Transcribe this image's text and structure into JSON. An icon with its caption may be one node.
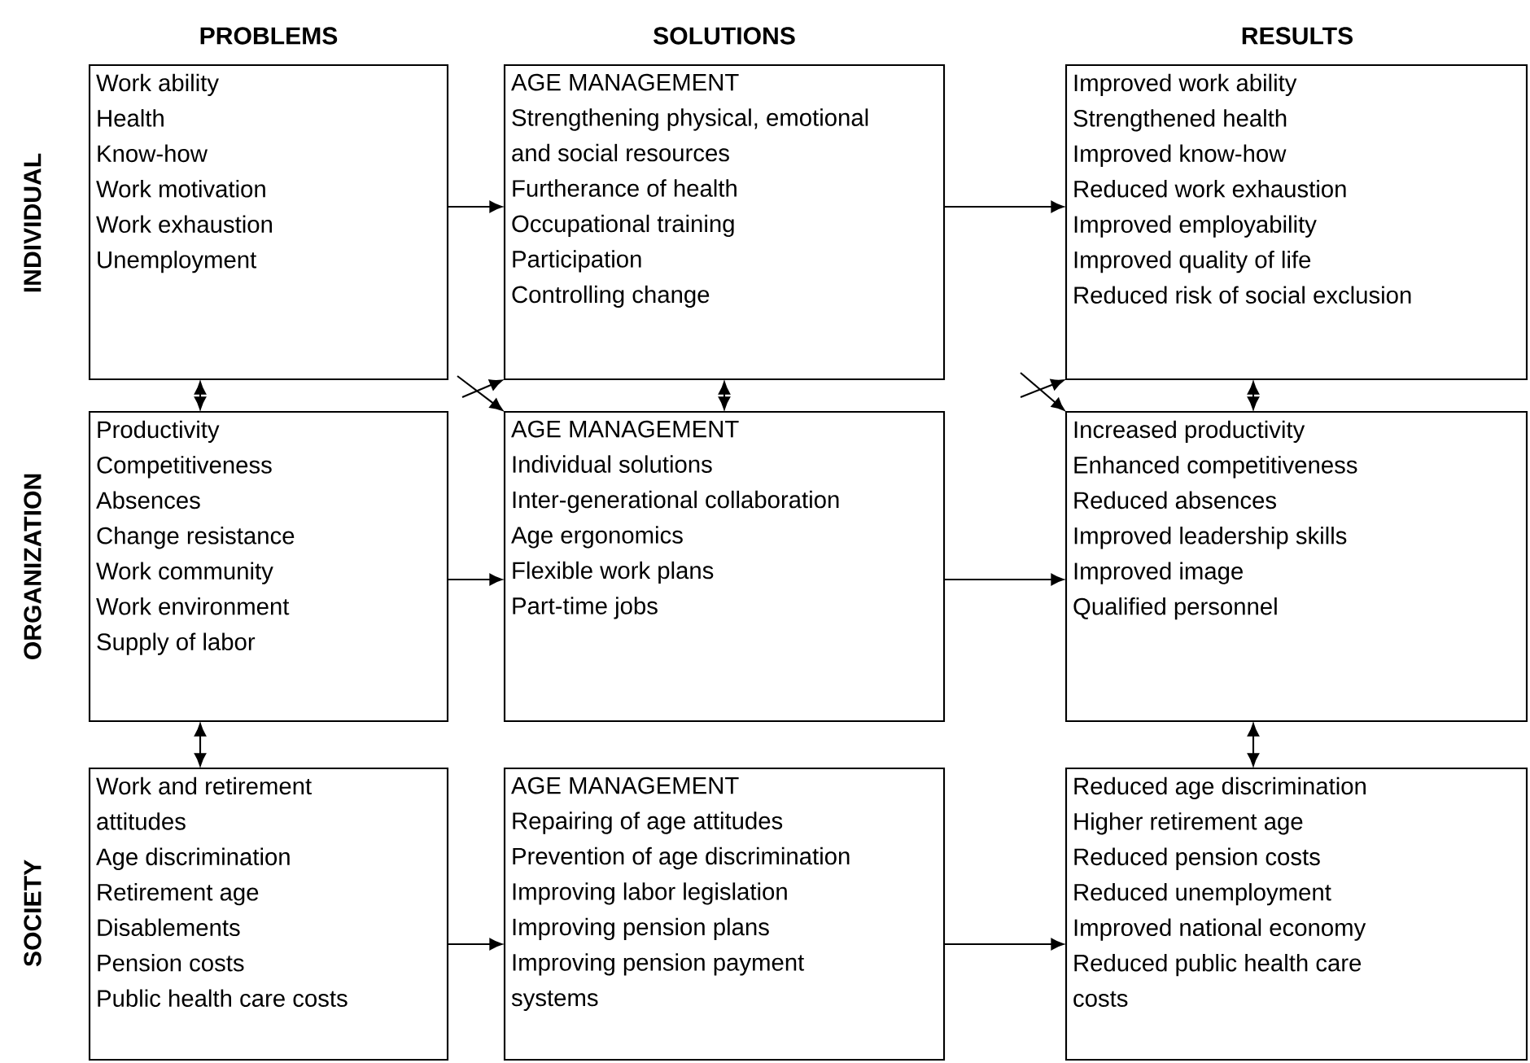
{
  "diagram": {
    "nodes": [
      {
        "text": [
          "Work ability",
          "Health",
          "Know-how",
          "Work motivation",
          "Work exhaustion",
          "Unemployment"
        ]
      },
      {
        "text": [
          "AGE MANAGEMENT",
          "Strengthening physical, emotional and social resources",
          "Furtherance of health",
          "Occupational training",
          "Participation",
          "Controlling change"
        ]
      },
      {
        "text": [
          "Improved work ability",
          "Strengthened health",
          "Improved know-how",
          "Reduced work exhaustion",
          "Improved employability",
          "Improved quality of life",
          "Reduced risk of social exclusion"
        ]
      },
      {
        "text": [
          "Productivity",
          "Competitiveness",
          "Absences",
          "Change resistance",
          "Work community",
          "Work environment",
          "Supply of labor"
        ]
      },
      {
        "text": [
          "AGE MANAGEMENT",
          "Individual solutions",
          "Inter-generational collaboration",
          "Age ergonomics",
          "Flexible work plans",
          "Part-time jobs"
        ]
      },
      {
        "text": [
          "Increased productivity",
          "Enhanced competitiveness",
          "Reduced absences",
          "Improved leadership skills",
          "Improved image",
          "Qualified personnel"
        ]
      },
      {
        "text": [
          "Work and retirement attitudes",
          "Age discrimination",
          "Retirement age",
          "Disablements",
          "Pension costs",
          "Public health care costs"
        ]
      },
      {
        "text": [
          "AGE MANAGEMENT",
          "Repairing of age attitudes",
          "Prevention of age discrimination",
          "Improving labor legislation",
          "Improving pension plans",
          "Improving pension payment systems"
        ]
      },
      {
        "text": [
          "Reduced age discrimination",
          "Higher retirement age",
          "Reduced pension costs",
          "Reduced unemployment",
          "Improved national economy",
          "Reduced public health care costs"
        ]
      }
    ],
    "edges": [
      {
        "from": 0,
        "to": 1,
        "arrow": "to"
      },
      {
        "from": 1,
        "to": 2,
        "arrow": "to"
      },
      {
        "from": 3,
        "to": 4,
        "arrow": "to"
      },
      {
        "from": 4,
        "to": 5,
        "arrow": "to"
      },
      {
        "from": 6,
        "to": 7,
        "arrow": "to"
      },
      {
        "from": 7,
        "to": 8,
        "arrow": "to"
      },
      {
        "from": 0,
        "to": 3,
        "arrow": "both"
      },
      {
        "from": 1,
        "to": 4,
        "arrow": "both"
      },
      {
        "from": 2,
        "to": 5,
        "arrow": "both"
      },
      {
        "from": 3,
        "to": 6,
        "arrow": "both"
      },
      {
        "from": 5,
        "to": 8,
        "arrow": "both"
      },
      {
        "from": 0,
        "to": 4,
        "arrow": "to"
      },
      {
        "from": null,
        "to": 1,
        "arrow": "to"
      },
      {
        "from": null,
        "to": 5,
        "arrow": "to"
      },
      {
        "from": null,
        "to": 2,
        "arrow": "to"
      }
    ],
    "labels": [
      "PROBLEMS",
      "SOLUTIONS",
      "RESULTS",
      "INDIVIDUAL",
      "ORGANIZATION",
      "SOCIETY"
    ]
  }
}
